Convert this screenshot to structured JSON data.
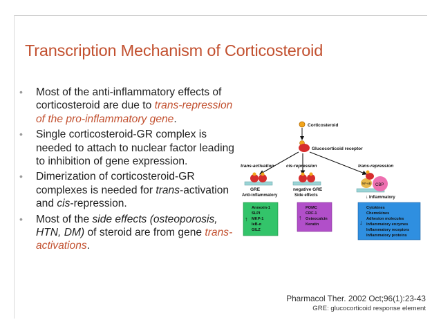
{
  "title": "Transcription Mechanism of Corticosteroid",
  "bullets": [
    {
      "parts": [
        {
          "t": "Most of the anti-inflammatory effects of corticosteroid are due to ",
          "s": "normal"
        },
        {
          "t": "trans-repression of the pro-inflammatory gene",
          "s": "accent"
        },
        {
          "t": ".",
          "s": "normal"
        }
      ]
    },
    {
      "parts": [
        {
          "t": "Single corticosteroid-GR complex is needed to attach to nuclear factor leading to inhibition of gene expression.",
          "s": "normal"
        }
      ]
    },
    {
      "parts": [
        {
          "t": "Dimerization of corticosteroid-GR complexes is needed for ",
          "s": "normal"
        },
        {
          "t": "trans",
          "s": "italic"
        },
        {
          "t": "-activation and ",
          "s": "normal"
        },
        {
          "t": "cis",
          "s": "italic"
        },
        {
          "t": "-repression.",
          "s": "normal"
        }
      ]
    },
    {
      "parts": [
        {
          "t": "Most of the ",
          "s": "normal"
        },
        {
          "t": "side effects (osteoporosis, HTN, DM)",
          "s": "italic"
        },
        {
          "t": " of steroid are from gene ",
          "s": "normal"
        },
        {
          "t": "trans-activations",
          "s": "accent"
        },
        {
          "t": ".",
          "s": "normal"
        }
      ]
    }
  ],
  "diagram": {
    "corticosteroid": "Corticosteroid",
    "receptor": "Glucocorticoid receptor",
    "trans_activation": "trans-activation",
    "cis_repression": "cis-repression",
    "trans_repression": "trans-repression",
    "gre": "GRE",
    "anti_inflammatory": "Anti-inflammatory",
    "negative_gre": "negative GRE",
    "side_effects": "Side effects",
    "nfkb": "NF-κB",
    "cbp": "CBP",
    "inflammatory": "Inflammatory",
    "box_green": [
      "Annexin-1",
      "SLPI",
      "MKP-1",
      "IκB-α",
      "GILZ"
    ],
    "box_purple": [
      "POMC",
      "CRF-1",
      "Osteocalcin",
      "Keratin"
    ],
    "box_blue": [
      "Cytokines",
      "Chemokines",
      "Adhesion molecules",
      "Inflammatory enzymes",
      "Inflammatory receptors",
      "Inflammatory proteins"
    ]
  },
  "citation": {
    "line1": "Pharmacol Ther. 2002 Oct;96(1):23-43",
    "line2": "GRE: glucocorticoid response element"
  },
  "colors": {
    "accent": "#c2502f",
    "green_box": "#33c46a",
    "purple_box": "#b14fc9",
    "blue_box": "#2f8fe0"
  }
}
